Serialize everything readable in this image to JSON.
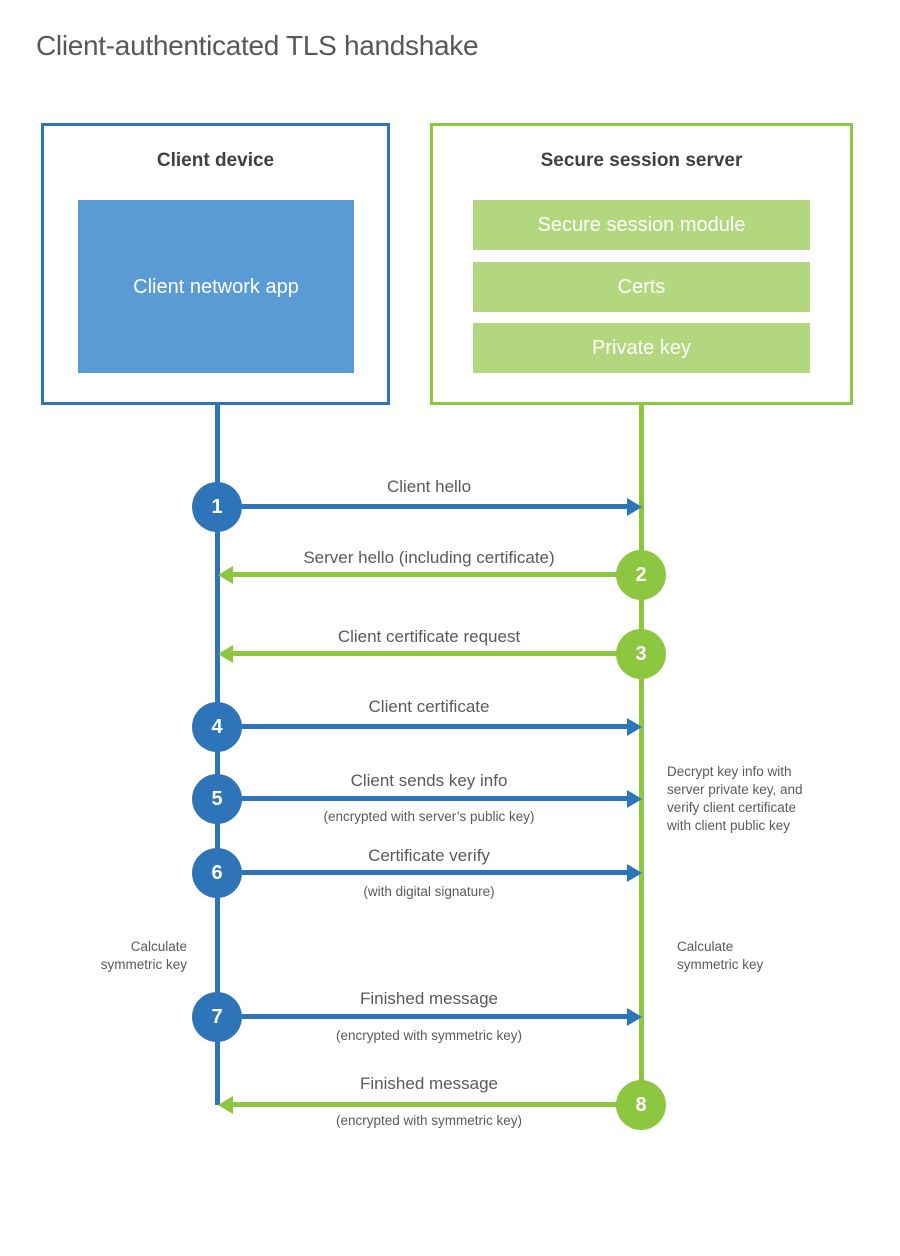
{
  "title": "Client-authenticated TLS handshake",
  "colors": {
    "blue": "#2e74b8",
    "blue_fill": "#5b9bd5",
    "green": "#8dc63f",
    "green_fill": "#b2d77e"
  },
  "client": {
    "title": "Client device",
    "app_label": "Client network app"
  },
  "server": {
    "title": "Secure session server",
    "modules": [
      "Secure session module",
      "Certs",
      "Private key"
    ]
  },
  "messages": [
    {
      "step": "1",
      "from": "client",
      "label": "Client hello",
      "sublabel": ""
    },
    {
      "step": "2",
      "from": "server",
      "label": "Server hello (including certificate)",
      "sublabel": ""
    },
    {
      "step": "3",
      "from": "server",
      "label": "Client certificate request",
      "sublabel": ""
    },
    {
      "step": "4",
      "from": "client",
      "label": "Client certificate",
      "sublabel": ""
    },
    {
      "step": "5",
      "from": "client",
      "label": "Client sends key info",
      "sublabel": "(encrypted with server’s public key)"
    },
    {
      "step": "6",
      "from": "client",
      "label": "Certificate verify",
      "sublabel": "(with digital signature)"
    },
    {
      "step": "7",
      "from": "client",
      "label": "Finished message",
      "sublabel": "(encrypted with symmetric key)"
    },
    {
      "step": "8",
      "from": "server",
      "label": "Finished message",
      "sublabel": "(encrypted with symmetric key)"
    }
  ],
  "notes": {
    "decrypt": "Decrypt key info with\nserver private key, and\nverify client certificate\nwith client public key",
    "calculate_left": "Calculate\nsymmetric key",
    "calculate_right": "Calculate\nsymmetric key"
  }
}
